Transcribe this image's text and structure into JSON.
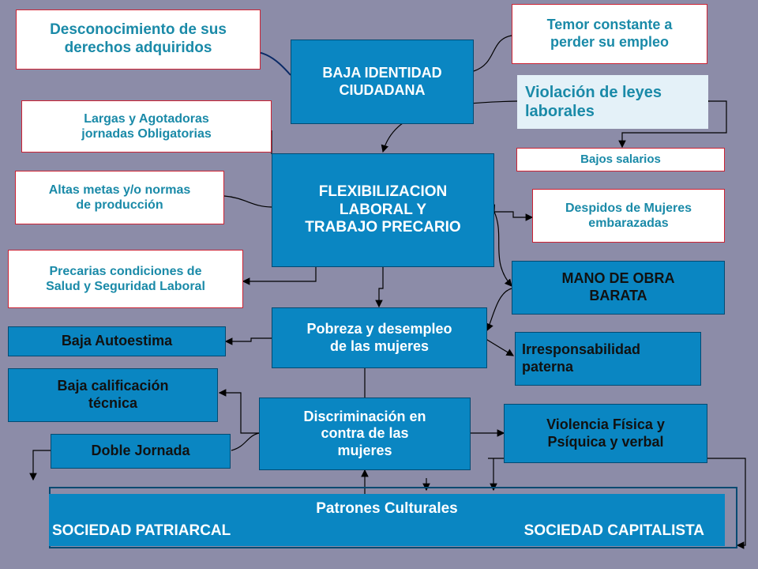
{
  "nodes": {
    "desconocimiento": [
      "Desconocimiento de sus",
      "derechos adquiridos"
    ],
    "temor": [
      "Temor constante a",
      "perder su empleo"
    ],
    "baja_identidad": [
      "BAJA IDENTIDAD",
      "CIUDADANA"
    ],
    "violacion": [
      "Violación de leyes",
      "laborales"
    ],
    "largas": [
      "Largas y Agotadoras",
      "jornadas Obligatorias"
    ],
    "bajos_salarios": [
      "Bajos salarios"
    ],
    "flexibilizacion": [
      "FLEXIBILIZACION",
      "LABORAL Y",
      "TRABAJO PRECARIO"
    ],
    "altas_metas": [
      "Altas metas y/o normas",
      "de producción"
    ],
    "despidos": [
      "Despidos de Mujeres",
      "embarazadas"
    ],
    "precarias": [
      "Precarias condiciones de",
      "Salud y Seguridad Laboral"
    ],
    "mano_obra": [
      "MANO DE OBRA",
      "BARATA"
    ],
    "pobreza": [
      "Pobreza y desempleo",
      "de las mujeres"
    ],
    "baja_autoestima": [
      "Baja Autoestima"
    ],
    "irresponsabilidad": [
      "Irresponsabilidad",
      "paterna"
    ],
    "baja_calificacion": [
      "Baja calificación",
      "técnica"
    ],
    "discriminacion": [
      "Discriminación en",
      "contra de las",
      "mujeres"
    ],
    "violencia": [
      "Violencia Física y",
      "Psíquica  y verbal"
    ],
    "doble_jornada": [
      "Doble Jornada"
    ]
  },
  "patrones": {
    "title": "Patrones Culturales",
    "left": "SOCIEDAD PATRIARCAL",
    "right": "SOCIEDAD CAPITALISTA"
  },
  "colors": {
    "background": "#8c8ca8",
    "blue_box": "#0a86c2",
    "light_box": "#e4f1f8",
    "red_border": "#cc2233",
    "cyan_text": "#1a8aa8"
  }
}
